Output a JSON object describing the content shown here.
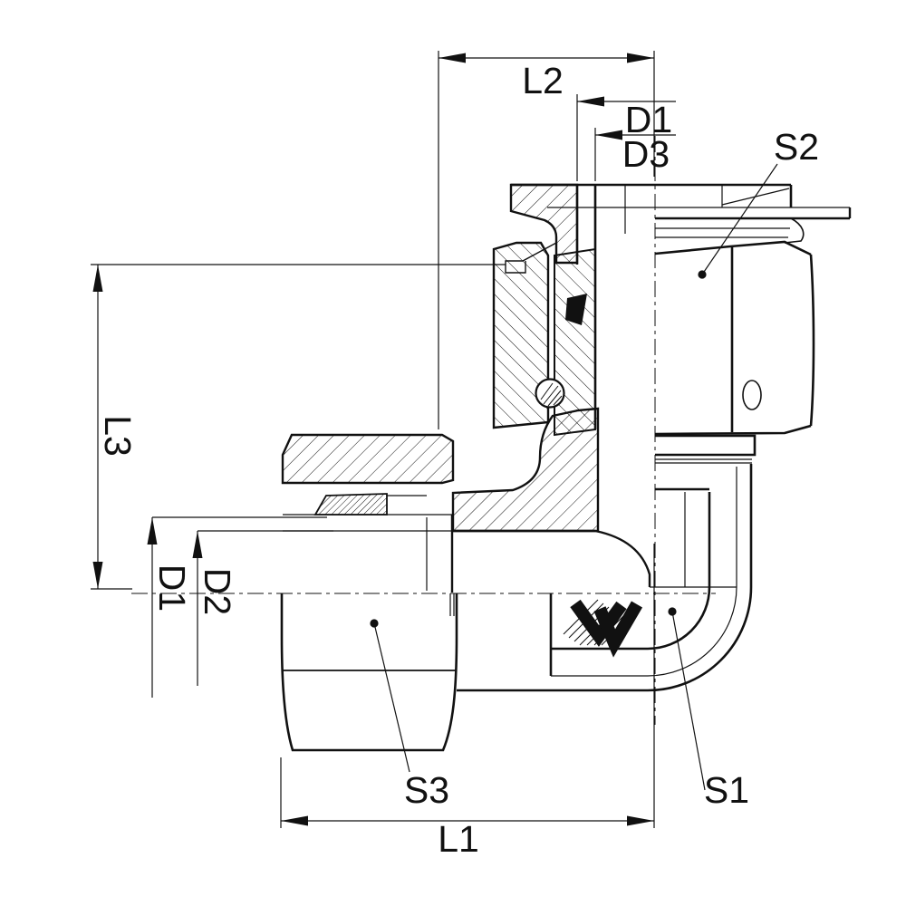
{
  "drawing": {
    "title": "90-degree elbow tube fitting section drawing",
    "type": "technical-dimension-drawing",
    "colors": {
      "line": "#111111",
      "background": "#ffffff",
      "seal_fill": "#111111"
    }
  },
  "labels": {
    "l1": "L1",
    "l2": "L2",
    "l3": "L3",
    "d1_top": "D1",
    "d3_top": "D3",
    "d1_left": "D1",
    "d2_left": "D2",
    "s1": "S1",
    "s2": "S2",
    "s3": "S3"
  }
}
